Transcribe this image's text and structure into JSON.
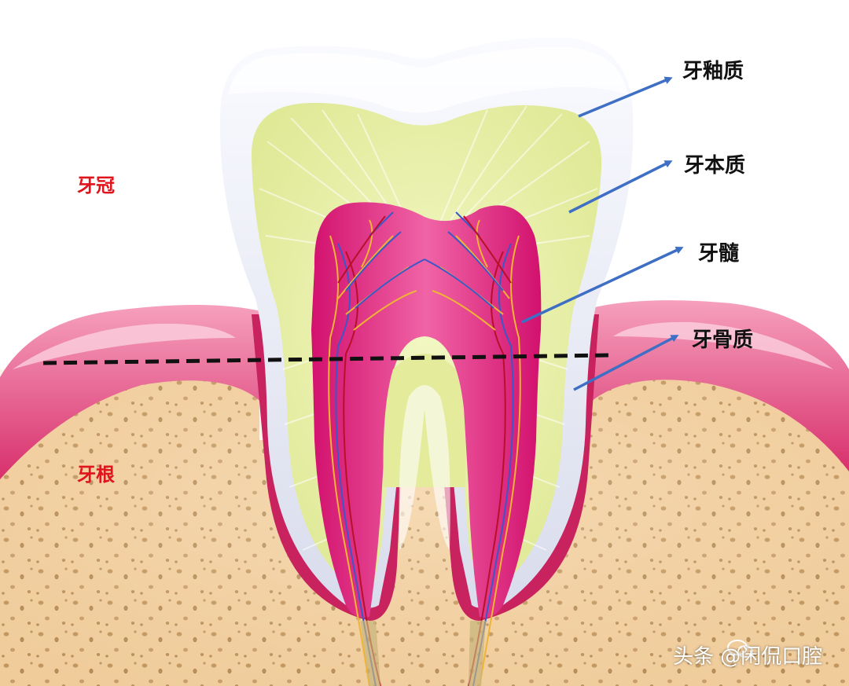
{
  "labels": {
    "enamel": "牙釉质",
    "dentin": "牙本质",
    "pulp": "牙髓",
    "cementum": "牙骨质"
  },
  "regions": {
    "crown": "牙冠",
    "root": "牙根"
  },
  "watermark": "头条 @闲侃口腔",
  "colors": {
    "arrow": "#3f6fc4",
    "region_text": "#e0141c",
    "label_text": "#111111",
    "divider": "#111111",
    "enamel": "#e6e8f2",
    "dentin": "#e4ec9c",
    "pulp": "#e0187a",
    "gum": "#e8457e",
    "bone": "#f2cfa0"
  },
  "icons": [
    "chat-bubble-icon"
  ]
}
